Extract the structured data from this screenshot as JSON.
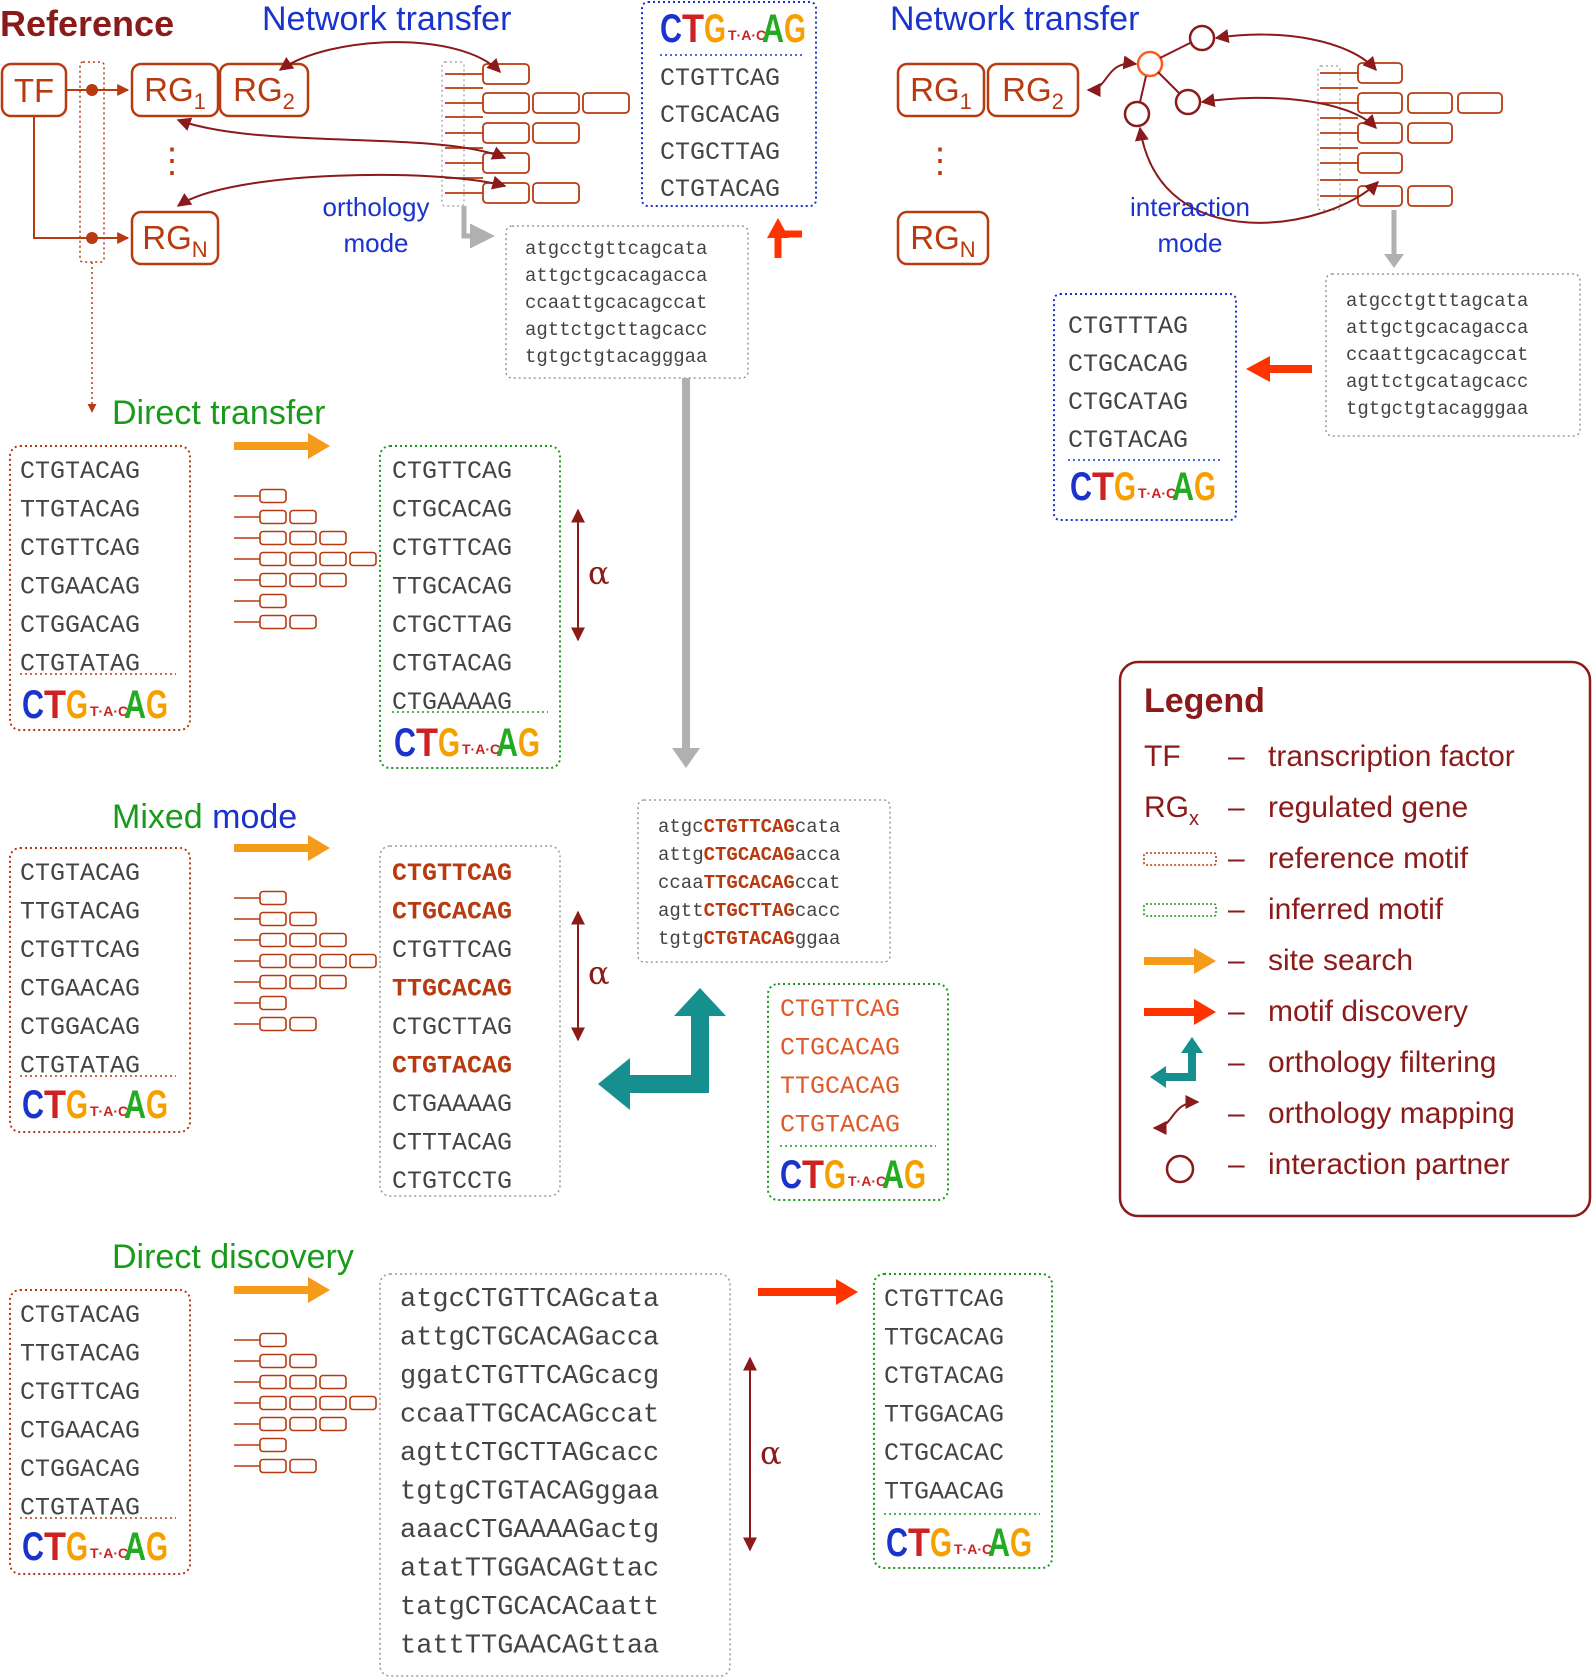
{
  "colors": {
    "reference": "#b83a10",
    "inferred": "#1a9a1a",
    "query": "#1a33cc",
    "arrow_dark": "#8b1a1a",
    "site_search": "#f59b1a",
    "motif_discovery": "#ff3300",
    "orthology": "#168f8f",
    "gray": "#b0b0b0",
    "logo_C": "#1a33cc",
    "logo_T": "#cc2222",
    "logo_G": "#f5a000",
    "logo_A": "#22aa22"
  },
  "reference": {
    "title": "Reference",
    "tf": "TF",
    "rg1": "RG",
    "rg1_sub": "1",
    "rg2": "RG",
    "rg2_sub": "2",
    "rgn": "RG",
    "rgn_sub": "N",
    "dots": "⋮"
  },
  "network_transfer_orthology": {
    "title": "Network transfer",
    "mode_label_1": "orthology",
    "mode_label_2": "mode",
    "sequences": [
      "atgcctgttcagcata",
      "attgctgcacagacca",
      "ccaattgcacagccat",
      "agttctgcttagcacc",
      "tgtgctgtacagggaa"
    ],
    "motif_sites": [
      "CTGTTCAG",
      "CTGCACAG",
      "CTGCTTAG",
      "CTGTACAG"
    ],
    "logo": "CTG··AG"
  },
  "network_transfer_interaction": {
    "title": "Network transfer",
    "rg1": "RG",
    "rg1_sub": "1",
    "rg2": "RG",
    "rg2_sub": "2",
    "rgn": "RG",
    "rgn_sub": "N",
    "dots": "⋮",
    "mode_label_1": "interaction",
    "mode_label_2": "mode",
    "sequences": [
      "atgcctgtttagcata",
      "attgctgcacagacca",
      "ccaattgcacagccat",
      "agttctgcatagcacc",
      "tgtgctgtacagggaa"
    ],
    "motif_sites": [
      "CTGTTTAG",
      "CTGCACAG",
      "CTGCATAG",
      "CTGTACAG"
    ]
  },
  "direct_transfer": {
    "title": "Direct transfer",
    "reference_sites": [
      "CTGTACAG",
      "TTGTACAG",
      "CTGTTCAG",
      "CTGAACAG",
      "CTGGACAG",
      "CTGTATAG"
    ],
    "inferred_sites": [
      "CTGTTCAG",
      "CTGCACAG",
      "CTGTTCAG",
      "TTGCACAG",
      "CTGCTTAG",
      "CTGTACAG",
      "CTGAAAAG"
    ],
    "alpha": "α"
  },
  "mixed_mode": {
    "title_part1": "Mixed",
    "title_part2": "mode",
    "reference_sites": [
      "CTGTACAG",
      "TTGTACAG",
      "CTGTTCAG",
      "CTGAACAG",
      "CTGGACAG",
      "CTGTATAG"
    ],
    "search_sites": [
      {
        "text": "CTGTTCAG",
        "bold": true
      },
      {
        "text": "CTGCACAG",
        "bold": true
      },
      {
        "text": "CTGTTCAG",
        "bold": false
      },
      {
        "text": "TTGCACAG",
        "bold": true
      },
      {
        "text": "CTGCTTAG",
        "bold": false
      },
      {
        "text": "CTGTACAG",
        "bold": true
      },
      {
        "text": "CTGAAAAG",
        "bold": false
      },
      {
        "text": "CTTTACAG",
        "bold": false
      },
      {
        "text": "CTGTCCTG",
        "bold": false
      }
    ],
    "alpha": "α",
    "promoters": [
      {
        "pre": "atgc",
        "site": "CTGTTCAG",
        "post": "cata"
      },
      {
        "pre": "attg",
        "site": "CTGCACAG",
        "post": "acca"
      },
      {
        "pre": "ccaa",
        "site": "TTGCACAG",
        "post": "ccat"
      },
      {
        "pre": "agtt",
        "site": "CTGCTTAG",
        "post": "cacc"
      },
      {
        "pre": "tgtg",
        "site": "CTGTACAG",
        "post": "ggaa"
      }
    ],
    "inferred_sites": [
      "CTGTTCAG",
      "CTGCACAG",
      "TTGCACAG",
      "CTGTACAG"
    ]
  },
  "direct_discovery": {
    "title": "Direct discovery",
    "reference_sites": [
      "CTGTACAG",
      "TTGTACAG",
      "CTGTTCAG",
      "CTGAACAG",
      "CTGGACAG",
      "CTGTATAG"
    ],
    "sequences": [
      "atgcCTGTTCAGcata",
      "attgCTGCACAGacca",
      "ggatCTGTTCAGcacg",
      "ccaaTTGCACAGccat",
      "agttCTGCTTAGcacc",
      "tgtgCTGTACAGggaa",
      "aaacCTGAAAAGactg",
      "atatTTGGACAGttac",
      "tatgCTGCACACaatt",
      "tattTTGAACAGttaa"
    ],
    "alpha": "α",
    "inferred_sites": [
      "CTGTTCAG",
      "TTGCACAG",
      "CTGTACAG",
      "TTGGACAG",
      "CTGCACAC",
      "TTGAACAG"
    ]
  },
  "legend": {
    "title": "Legend",
    "dash": "–",
    "items": [
      {
        "symbol": "TF",
        "label": "transcription factor",
        "icon": "text"
      },
      {
        "symbol": "RG",
        "sub": "x",
        "label": "regulated gene",
        "icon": "text"
      },
      {
        "label": "reference motif",
        "icon": "reference-box-icon"
      },
      {
        "label": "inferred motif",
        "icon": "inferred-box-icon"
      },
      {
        "label": "site search",
        "icon": "orange-arrow-icon"
      },
      {
        "label": "motif discovery",
        "icon": "red-arrow-icon"
      },
      {
        "label": "orthology filtering",
        "icon": "teal-bent-arrow-icon"
      },
      {
        "label": "orthology mapping",
        "icon": "curly-arrow-icon"
      },
      {
        "label": "interaction partner",
        "icon": "circle-icon"
      }
    ]
  }
}
